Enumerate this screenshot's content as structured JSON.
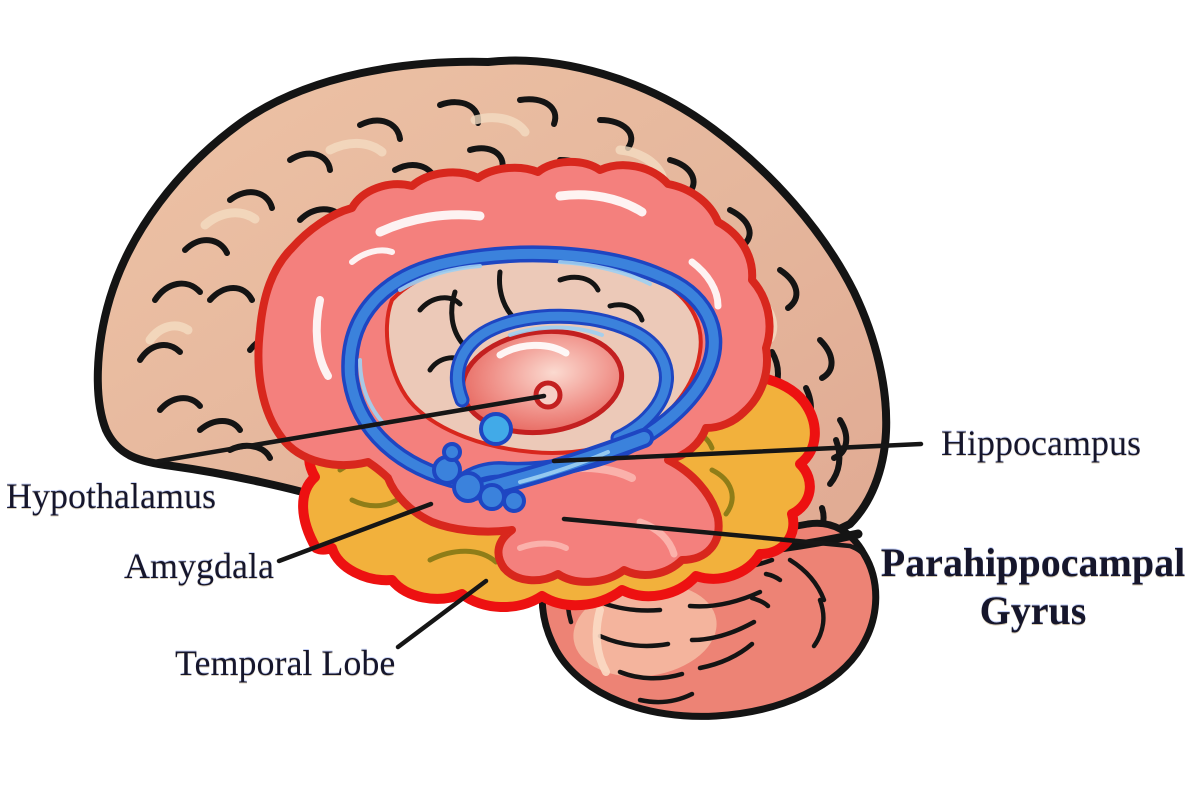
{
  "figure": {
    "title": "Brain limbic system diagram",
    "view": "cartoon sagittal cut-away of human brain",
    "background_color": "#ffffff"
  },
  "labels": {
    "hypothalamus": "Hypothalamus",
    "amygdala": "Amygdala",
    "temporal_lobe": "Temporal Lobe",
    "hippocampus": "Hippocampus",
    "parahippocampal_gyrus_line1": "Parahippocampal",
    "parahippocampal_gyrus_line2": "Gyrus"
  },
  "palette": {
    "cortex_fill": "#e5b69c",
    "cortex_inner_fill": "#ecc9b8",
    "limbic_ring_fill": "#f4807d",
    "limbic_ring_outline": "#d8271d",
    "temporal_lobe_fill": "#f2b13c",
    "temporal_lobe_outline": "#ed1111",
    "olive_sulci": "#8f7d18",
    "fornix_blue_dark": "#1e46c2",
    "fornix_blue_mid": "#3b82dc",
    "amygdala_dot_blue": "#41aae8",
    "thalamus_edge": "#e45a52",
    "thalamus_center": "#fbdad0",
    "cerebellum_fill": "#ed8375",
    "outline_black": "#141414",
    "leader_line": "#161616",
    "label_text": "#16162b"
  }
}
